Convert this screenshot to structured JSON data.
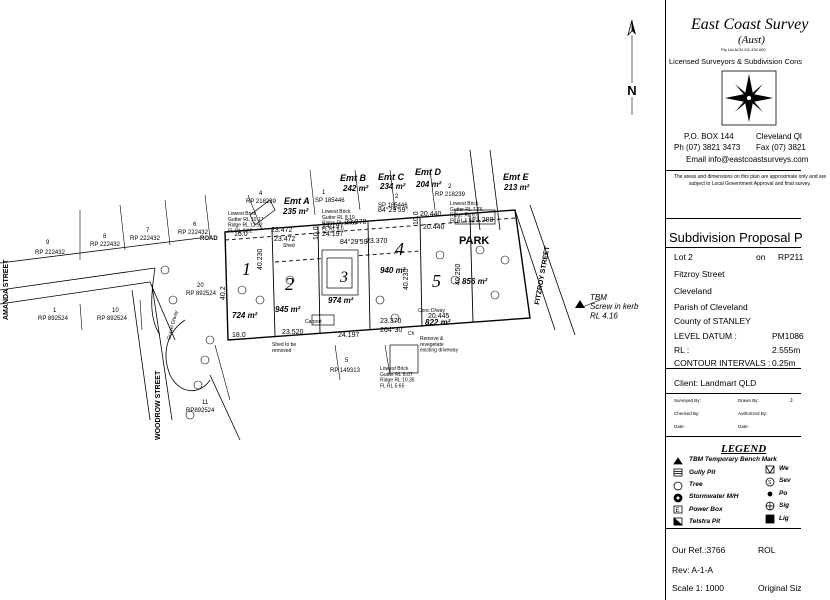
{
  "company": {
    "name": "East Coast Survey",
    "sub": "(Aust)",
    "tiny": "Pty Ltd    ACN 111 434 000",
    "tagline": "Licensed Surveyors & Subdivision Cons",
    "po_box": "P.O. BOX 144",
    "city": "Cleveland Ql",
    "phone": "Ph (07) 3821 3473",
    "fax": "Fax (07) 3821",
    "email": "Email info@eastcoastsurveys.com"
  },
  "note": "The areas and dimensions on this plan are approximate only and are subject to Local Government Approval and final survey.",
  "proposal": {
    "title": "Subdivision Proposal P",
    "lot_label": "Lot 2",
    "on_label": "on",
    "plan_no": "RP211",
    "street": "Fitzroy Street",
    "suburb": "Cleveland",
    "parish": "Parish of  Cleveland",
    "county": "County of  STANLEY",
    "level_datum_label": "LEVEL DATUM :",
    "level_datum_value": "PM1086",
    "rl_label": "RL :",
    "rl_value": "2.555m",
    "contour_label": "CONTOUR INTERVALS :",
    "contour_value": "0.25m"
  },
  "client": "Client: Landmart QLD",
  "signoff": {
    "surveyed": "Surveyed By:",
    "drawn": "Drawn By:",
    "drawn_value": "J.",
    "checked": "Checked By:",
    "authorized": "Authorized By:",
    "date1": "Date:",
    "date2": "Date:"
  },
  "legend": {
    "title": "LEGEND",
    "items": [
      "TBM Temporary Bench Mark",
      "Gully Pit",
      "Tree",
      "Stormwater M/H",
      "Power Box",
      "Telstra Pit"
    ],
    "items_right": [
      "We",
      "Sev",
      "Po",
      "Sig",
      "Lig"
    ]
  },
  "footer": {
    "our_ref": "Our Ref.:3766",
    "rol": "ROL",
    "rev": "Rev: A-1-A",
    "scale": "Scale    1: 1000",
    "original": "Original Siz"
  },
  "plan": {
    "north": "N",
    "streets": [
      "AMANDA STREET",
      "WOODROW STREET",
      "FITZROY STREET",
      "PARK"
    ],
    "road_label": "ROAD",
    "neighbours": [
      {
        "no": "9",
        "rp": "RP 222432"
      },
      {
        "no": "8",
        "rp": "RP 222432"
      },
      {
        "no": "7",
        "rp": "RP 222432"
      },
      {
        "no": "6",
        "rp": "RP 222432"
      },
      {
        "no": "4",
        "rp": "RP 218239"
      },
      {
        "no": "1",
        "rp": "RP 892524"
      },
      {
        "no": "10",
        "rp": "RP 892524"
      },
      {
        "no": "11",
        "rp": "RP892524"
      },
      {
        "no": "20",
        "rp": "RP 892524"
      },
      {
        "no": "1",
        "rp": "SP 185446"
      },
      {
        "no": "2",
        "rp": "SP 185446"
      },
      {
        "no": "2",
        "rp": "RP 218239"
      },
      {
        "no": "5",
        "rp": "RP 149313"
      }
    ],
    "easements": [
      {
        "label": "Emt A",
        "area": "235 m²"
      },
      {
        "label": "Emt B",
        "area": "242 m²"
      },
      {
        "label": "Emt C",
        "area": "234 m²"
      },
      {
        "label": "Emt D",
        "area": "204 m²"
      },
      {
        "label": "Emt E",
        "area": "213 m²"
      }
    ],
    "lots": [
      {
        "no": "1",
        "area": "724 m²"
      },
      {
        "no": "2",
        "area": "945 m²"
      },
      {
        "no": "3",
        "area": "974 m²"
      },
      {
        "no": "4",
        "area": "940 m²"
      },
      {
        "no": "5",
        "area": "822 m²"
      },
      {
        "no": "",
        "area": "856 m²"
      }
    ],
    "bricks": [
      "Lowest Brick\nGutter RL 10.17\nRidge RL 12.52\nFL RL 8.02",
      "Lowest Brick\nGutter RL 8.19\nRidge RL 10.33\nFL RL 6.0",
      "Lowest Brick\nGutter RL 7.76\nRidge RL 8.5\nFL RL 5.50",
      "Lowest Brick\nGutter RL 8.07\nRidge RL 10.35\nFL RL 5.65"
    ],
    "dims": [
      "16.0",
      "18.0",
      "23.472",
      "23.472",
      "24.197",
      "24.197",
      "23.370",
      "23.370",
      "20.440",
      "20.440",
      "21.280",
      "20.445",
      "23.520",
      "24.197",
      "23.370",
      "40.230",
      "40.235",
      "40.250",
      "10.0",
      "10.0",
      "84°29'59\"",
      "84°29'59\"",
      "264°30'",
      "40.2"
    ],
    "notes": [
      "Shed",
      "Shed to be\nremoved",
      "Remove &\nrevegetate\nexisting driveway",
      "Conc D/way",
      "Gravel D/way",
      "Carport",
      "Ch"
    ],
    "tbm": "TBM\nScrew in kerb\nRL 4.16"
  }
}
